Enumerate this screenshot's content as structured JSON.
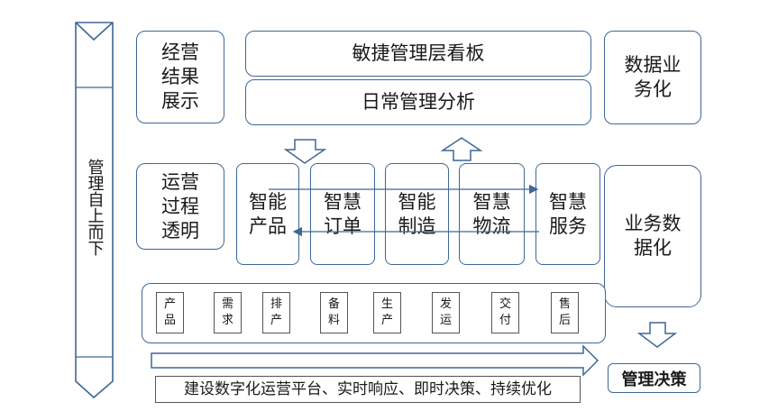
{
  "left_arrow": {
    "label": "管理自上而下"
  },
  "top_row": {
    "left": {
      "label": "经营结果展示"
    },
    "center_top": {
      "label": "敏捷管理层看板"
    },
    "center_bottom": {
      "label": "日常管理分析"
    },
    "right": {
      "label": "数据业务化"
    }
  },
  "mid_row": {
    "left": {
      "label": "运营过程透明"
    },
    "modules": [
      "智能产品",
      "智慧订单",
      "智能制造",
      "智慧物流",
      "智慧服务"
    ],
    "right": {
      "label": "业务数据化"
    }
  },
  "process_steps": [
    "产品",
    "需求",
    "排产",
    "备料",
    "生产",
    "发运",
    "交付",
    "售后"
  ],
  "bottom": {
    "platform_text": "建设数字化运营平台、实时响应、即时决策、持续优化",
    "decision_label": "管理决策"
  },
  "colors": {
    "border": "#3e6796",
    "arrow": "#3e6796"
  }
}
